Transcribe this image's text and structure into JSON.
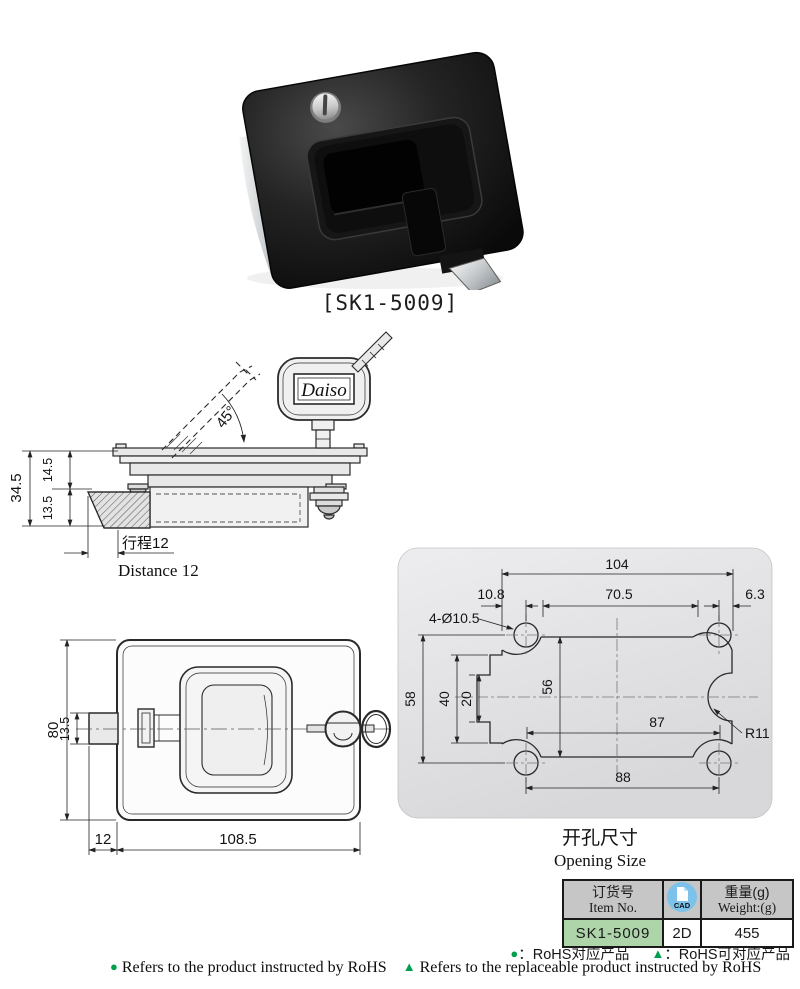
{
  "product_photo": {
    "label": "[SK1-5009]"
  },
  "side_view": {
    "key_brand": "Daiso",
    "angle_label": "45°",
    "dim_overall": "34.5",
    "dim_upper": "14.5",
    "dim_lower": "13.5",
    "travel_cn": "行程12",
    "travel_en": "Distance 12"
  },
  "front_view": {
    "dim_height": "80",
    "dim_tongue": "13.5",
    "dim_offset": "12",
    "dim_width": "108.5"
  },
  "opening_size": {
    "title_cn": "开孔尺寸",
    "title_en": "Opening Size",
    "dim_104": "104",
    "dim_10_8": "10.8",
    "dim_70_5": "70.5",
    "dim_6_3": "6.3",
    "dim_holes": "4-Ø10.5",
    "dim_58": "58",
    "dim_40": "40",
    "dim_20": "20",
    "dim_56": "56",
    "dim_87": "87",
    "dim_r11": "R11",
    "dim_88": "88"
  },
  "spec_table": {
    "item_no_cn": "订货号",
    "item_no_en": "Item No.",
    "cad_icon_label": "CAD",
    "weight_cn": "重量(g)",
    "weight_en": "Weight:(g)",
    "item_no": "SK1-5009",
    "cad_type": "2D",
    "weight": "455"
  },
  "rohs": {
    "circle_symbol": "●",
    "triangle_symbol": "▲",
    "legend_cn_circle": "：RoHS对应产品",
    "legend_cn_triangle": "：RoHS可对应产品",
    "legend_en_circle": "Refers to the product instructed by RoHS",
    "legend_en_triangle": "Refers to the replaceable product instructed by RoHS"
  },
  "colors": {
    "accent_green": "#009f4d",
    "table_item_bg": "#aed5aa",
    "cad_blue": "#7cc2ea",
    "header_gray": "#c6c6c6"
  }
}
